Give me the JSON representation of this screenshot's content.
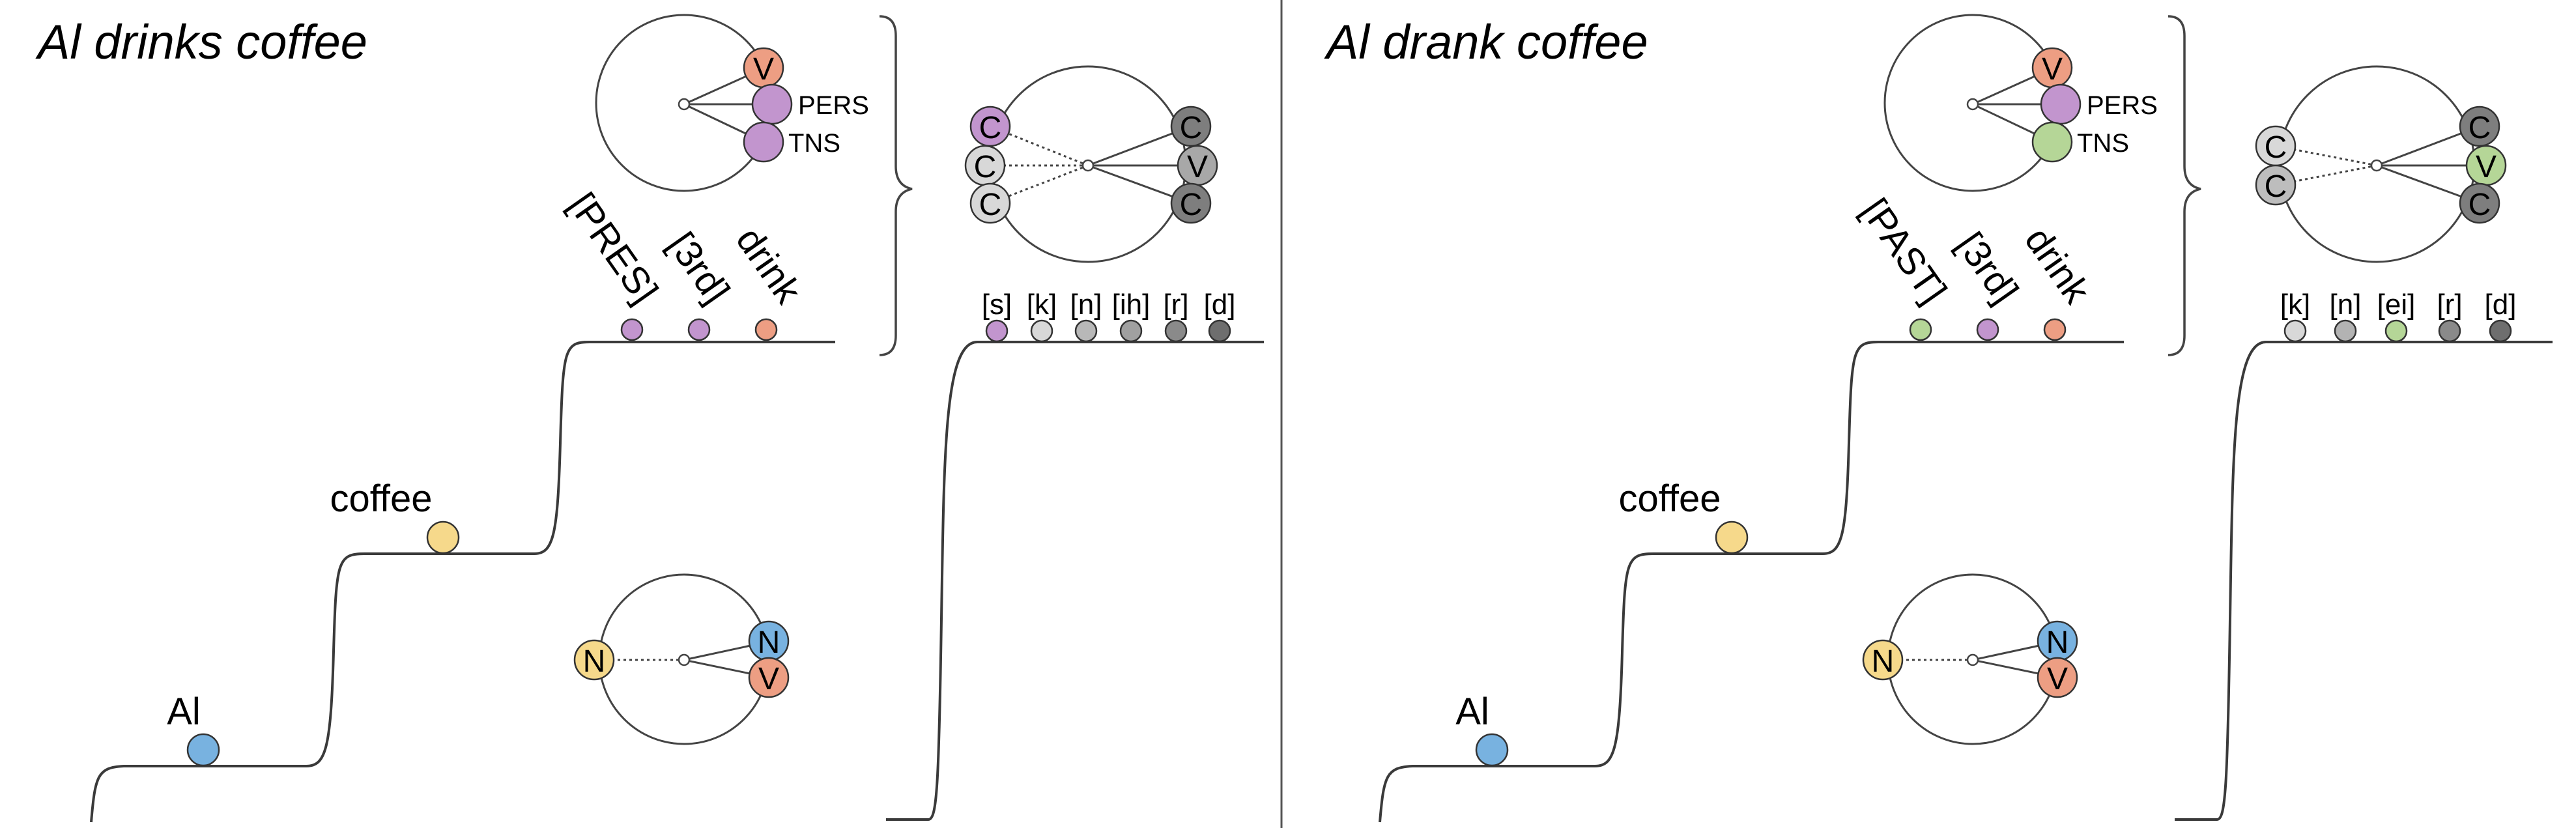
{
  "colors": {
    "V": "#ed9e83",
    "PERS": "#c295ce",
    "TNS_PRES": "#c295ce",
    "TNS_PAST": "#b5d697",
    "N_subject": "#78b2e0",
    "N_object": "#f6d98b",
    "C_light": "#d8d8d8",
    "C_mid": "#a8a8a8",
    "C_dark": "#7e7e7e",
    "C_darkest": "#6e6e6e"
  },
  "panels": [
    {
      "title": "Al drinks coffee",
      "words": {
        "subject": "Al",
        "object": "coffee"
      },
      "morphemes": [
        "[PRES]",
        "[3rd]",
        "drink"
      ],
      "inflection_circle": {
        "labels": [
          "V",
          "PERS",
          "TNS"
        ]
      },
      "argument_circle": {
        "labels": [
          "N",
          "N",
          "V"
        ]
      },
      "syllable_circle": {
        "labels": [
          "C",
          "C",
          "C",
          "C",
          "V",
          "C"
        ]
      },
      "phones": [
        "[s]",
        "[k]",
        "[n]",
        "[ih]",
        "[r]",
        "[d]"
      ]
    },
    {
      "title": "Al drank coffee",
      "words": {
        "subject": "Al",
        "object": "coffee"
      },
      "morphemes": [
        "[PAST]",
        "[3rd]",
        "drink"
      ],
      "inflection_circle": {
        "labels": [
          "V",
          "PERS",
          "TNS"
        ]
      },
      "argument_circle": {
        "labels": [
          "N",
          "N",
          "V"
        ]
      },
      "syllable_circle": {
        "labels": [
          "C",
          "C",
          "C",
          "V",
          "C"
        ]
      },
      "phones": [
        "[k]",
        "[n]",
        "[ei]",
        "[r]",
        "[d]"
      ]
    }
  ]
}
